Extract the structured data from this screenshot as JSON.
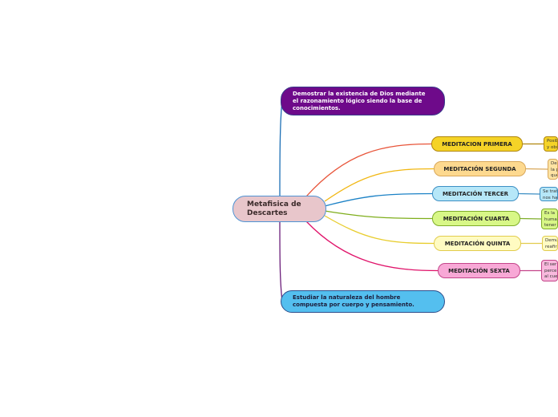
{
  "map": {
    "root": {
      "label": "Metafisica de Descartes"
    },
    "top_note": {
      "label": "Demostrar la existencia de Dios mediante el razonamiento lógico siendo la base de conocimientos."
    },
    "bottom_note": {
      "label": "Estudiar la naturaleza del hombre compuesta por cuerpo y pensamiento."
    },
    "meditations": [
      {
        "label": "MEDITACION PRIMERA",
        "color": "#f5d327",
        "border": "#b0860e",
        "line": "#e8553a",
        "leaf_color": "#f5d327",
        "leaf_lines": [
          "Posib",
          "y obs"
        ]
      },
      {
        "label": "MEDITACIÓN SEGUNDA",
        "color": "#fdd98f",
        "border": "#d9a85a",
        "line": "#f1b712",
        "leaf_color": "#fde3a3",
        "leaf_lines": [
          "Des",
          "la p",
          "que"
        ]
      },
      {
        "label": "MEDITACIÓN TERCER",
        "color": "#b6e7f8",
        "border": "#3d8fc4",
        "line": "#1c82c6",
        "leaf_color": "#b6e7f8",
        "leaf_lines": [
          "Se trat",
          "nos ha"
        ]
      },
      {
        "label": "MEDITACIÓN CUARTA",
        "color": "#d8f787",
        "border": "#7fae2a",
        "line": "#7fae1c",
        "leaf_color": "#d8f787",
        "leaf_lines": [
          "Es la",
          "huma",
          "tener"
        ]
      },
      {
        "label": "MEDITACIÓN QUINTA",
        "color": "#fffbc2",
        "border": "#e2cc4e",
        "line": "#e8cd2e",
        "leaf_color": "#fffbc2",
        "leaf_lines": [
          "Demu",
          "reafir"
        ]
      },
      {
        "label": "MEDITACIÓN SEXTA",
        "color": "#f8a8d6",
        "border": "#c4458a",
        "line": "#e0136a",
        "leaf_color": "#f8b9dd",
        "leaf_lines": [
          "El ser",
          "perce",
          "al cue"
        ]
      }
    ],
    "connector_colors": {
      "top": "#1c6fb5",
      "bottom": "#6b1e7a"
    }
  }
}
